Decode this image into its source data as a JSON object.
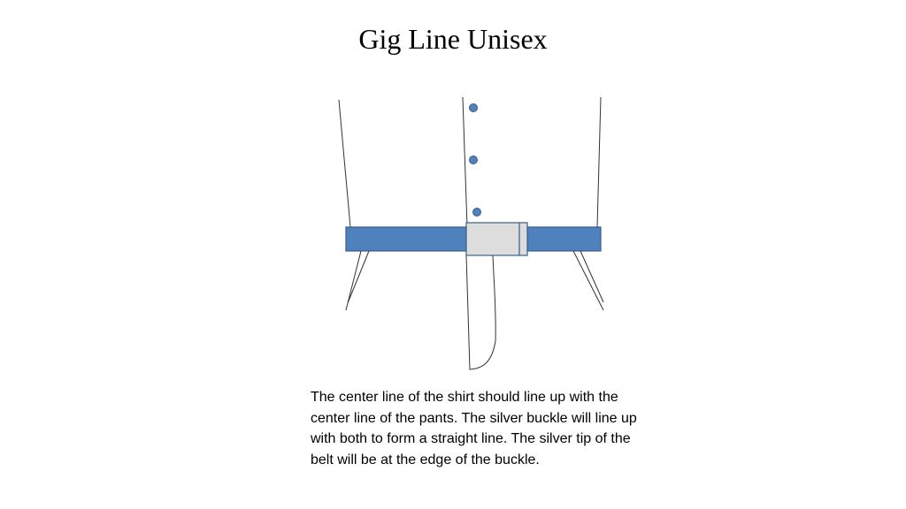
{
  "slide": {
    "title": "Gig Line Unisex",
    "caption": "The center line of the shirt should line up with the center line of the pants. The silver buckle will line up with both to form a straight line. The silver tip of the belt will be at the edge of the buckle."
  },
  "diagram": {
    "button_count": 3,
    "colors": {
      "belt": "#4F81BD",
      "belt_outline": "#385D8A",
      "buckle": "#DDDDDD",
      "buckle_outline": "#385D8A",
      "lines": "#333333"
    }
  }
}
